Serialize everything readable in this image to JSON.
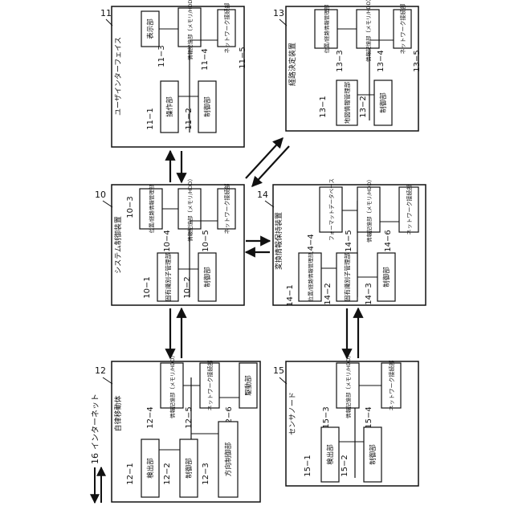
{
  "nodes": {
    "n11": {
      "number": "11",
      "title": "ユーザインターフェイス",
      "units": [
        {
          "code": "11−3",
          "label": "表示部"
        },
        {
          "code": "11−4",
          "label": "情報記憶部（メモリ/HDD）"
        },
        {
          "code": "11−5",
          "label": "ネットワーク接続部"
        },
        {
          "code": "11−1",
          "label": "操作部"
        },
        {
          "code": "11−2",
          "label": "制御部"
        }
      ]
    },
    "n13": {
      "number": "13",
      "title": "経路決定装置",
      "units": [
        {
          "code": "13−3",
          "label": "位置/経路情報管理部"
        },
        {
          "code": "13−4",
          "label": "情報記憶部（メモリ/HDD）"
        },
        {
          "code": "13−5",
          "label": "ネットワーク接続部"
        },
        {
          "code": "13−1",
          "label": "地図情報管理部"
        },
        {
          "code": "13−2",
          "label": "制御部"
        }
      ]
    },
    "n10": {
      "number": "10",
      "title": "システム制御装置",
      "units": [
        {
          "code": "10−3",
          "label": "位置/経路情報管理部"
        },
        {
          "code": "10−4",
          "label": "情報記憶部（メモリ/HDD）"
        },
        {
          "code": "10−5",
          "label": "ネットワーク接続部"
        },
        {
          "code": "10−1",
          "label": "固有識別子管理部"
        },
        {
          "code": "10−2",
          "label": "制御部"
        }
      ]
    },
    "n14": {
      "number": "14",
      "title": "変換情報保持装置",
      "units": [
        {
          "code": "14−4",
          "label": "フォーマットデータベース"
        },
        {
          "code": "14−5",
          "label": "情報記憶部（メモリ/HDD）"
        },
        {
          "code": "14−6",
          "label": "ネットワーク接続部"
        },
        {
          "code": "14−1",
          "label": "位置/経路情報管理部"
        },
        {
          "code": "14−2",
          "label": "固有識別子管理部"
        },
        {
          "code": "14−3",
          "label": "制御部"
        }
      ]
    },
    "n12": {
      "number": "12",
      "title": "自律移動体",
      "units": [
        {
          "code": "12−4",
          "label": "情報記憶部（メモリ/HDD）"
        },
        {
          "code": "12−5",
          "label": "ネットワーク接続部"
        },
        {
          "code": "12−6",
          "label": "駆動部"
        },
        {
          "code": "12−1",
          "label": "検出部"
        },
        {
          "code": "12−2",
          "label": "制御部"
        },
        {
          "code": "12−3",
          "label": "方向制御部"
        }
      ]
    },
    "n15": {
      "number": "15",
      "title": "センサノード",
      "units": [
        {
          "code": "15−3",
          "label": "情報記憶部（メモリ/HDD）"
        },
        {
          "code": "15−4",
          "label": "ネットワーク接続部"
        },
        {
          "code": "15−1",
          "label": "検出部"
        },
        {
          "code": "15−2",
          "label": "制御部"
        }
      ]
    }
  },
  "internet": {
    "number": "16",
    "label": "インターネット"
  }
}
